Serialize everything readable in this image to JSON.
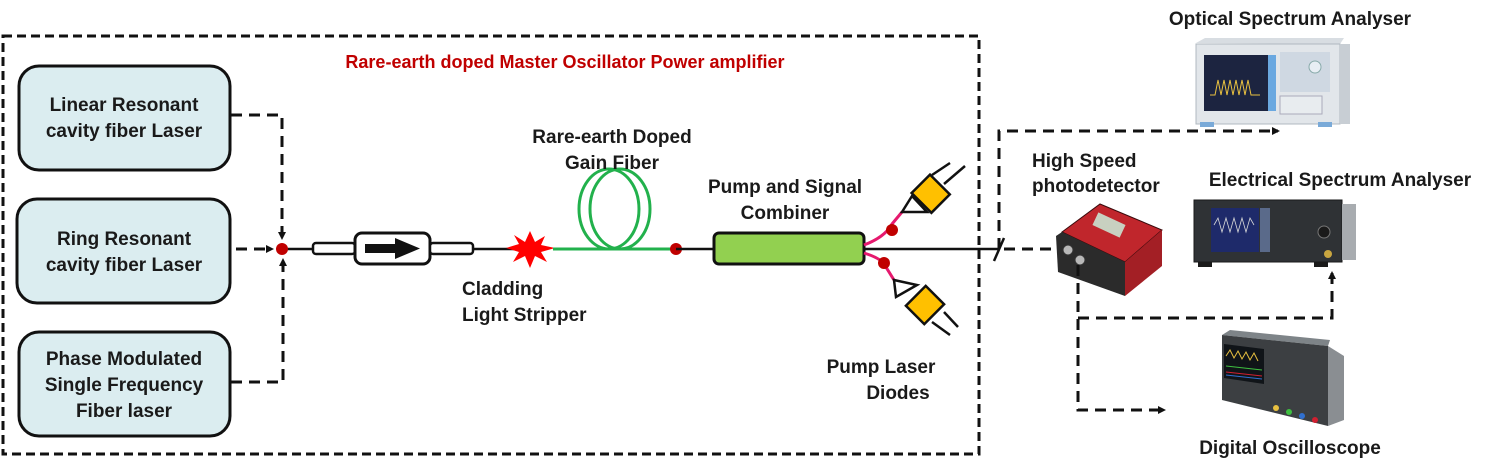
{
  "diagram": {
    "title": "Rare-earth doped Master Oscillator Power amplifier",
    "sources": [
      {
        "lines": [
          "Linear Resonant",
          "cavity fiber Laser"
        ]
      },
      {
        "lines": [
          "Ring Resonant",
          "cavity fiber Laser"
        ]
      },
      {
        "lines": [
          "Phase Modulated",
          "Single Frequency",
          "Fiber laser"
        ]
      }
    ],
    "components": {
      "gain_fiber": [
        "Rare-earth Doped",
        "Gain Fiber"
      ],
      "combiner": [
        "Pump and Signal",
        "Combiner"
      ],
      "stripper": [
        "Cladding",
        "Light Stripper"
      ],
      "pump_diodes": [
        "Pump Laser",
        "Diodes"
      ]
    },
    "instruments": {
      "photodetector": [
        "High Speed",
        "photodetector"
      ],
      "osa": "Optical Spectrum Analyser",
      "esa": "Electrical Spectrum Analyser",
      "oscilloscope": "Digital Oscilloscope"
    },
    "colors": {
      "title": "#c00000",
      "source_fill": "#dbedf0",
      "gain_fiber": "#22b14c",
      "combiner": "#92d050",
      "pump_diode": "#ffc000",
      "pump_fiber": "#e6196e",
      "splice": "#c00000",
      "stripper": "#ff0000",
      "photodetector": "#c0262c"
    }
  }
}
